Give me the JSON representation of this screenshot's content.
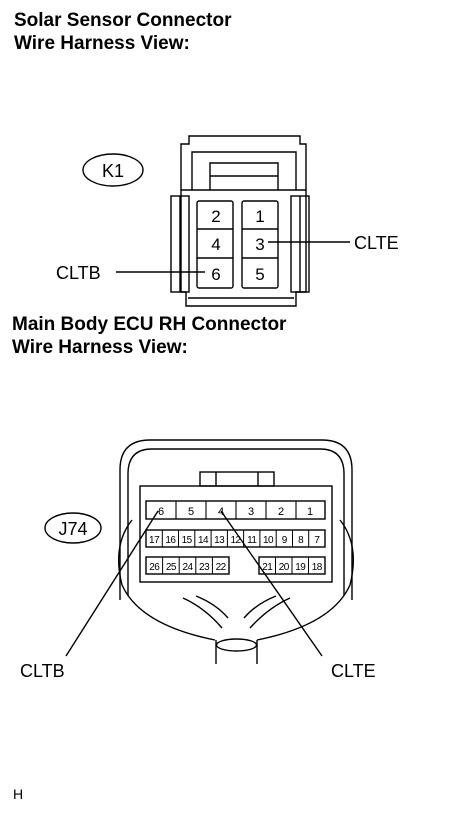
{
  "connector1": {
    "title_line1": "Solar Sensor Connector",
    "title_line2": "Wire Harness View:",
    "id": "K1",
    "pins_top": [
      "2",
      "1"
    ],
    "pins_mid": [
      "4",
      "3"
    ],
    "pins_bot": [
      "6",
      "5"
    ],
    "label_left": "CLTB",
    "label_right": "CLTE"
  },
  "connector2": {
    "title_line1": "Main Body ECU RH Connector",
    "title_line2": "Wire Harness View:",
    "id": "J74",
    "row1": [
      "6",
      "5",
      "4",
      "3",
      "2",
      "1"
    ],
    "row2": [
      "17",
      "16",
      "15",
      "14",
      "13",
      "12",
      "11",
      "10",
      "9",
      "8",
      "7"
    ],
    "row3_left": [
      "26",
      "25",
      "24",
      "23",
      "22"
    ],
    "row3_right": [
      "21",
      "20",
      "19",
      "18"
    ],
    "label_left": "CLTB",
    "label_right": "CLTE"
  },
  "footnote": "H"
}
